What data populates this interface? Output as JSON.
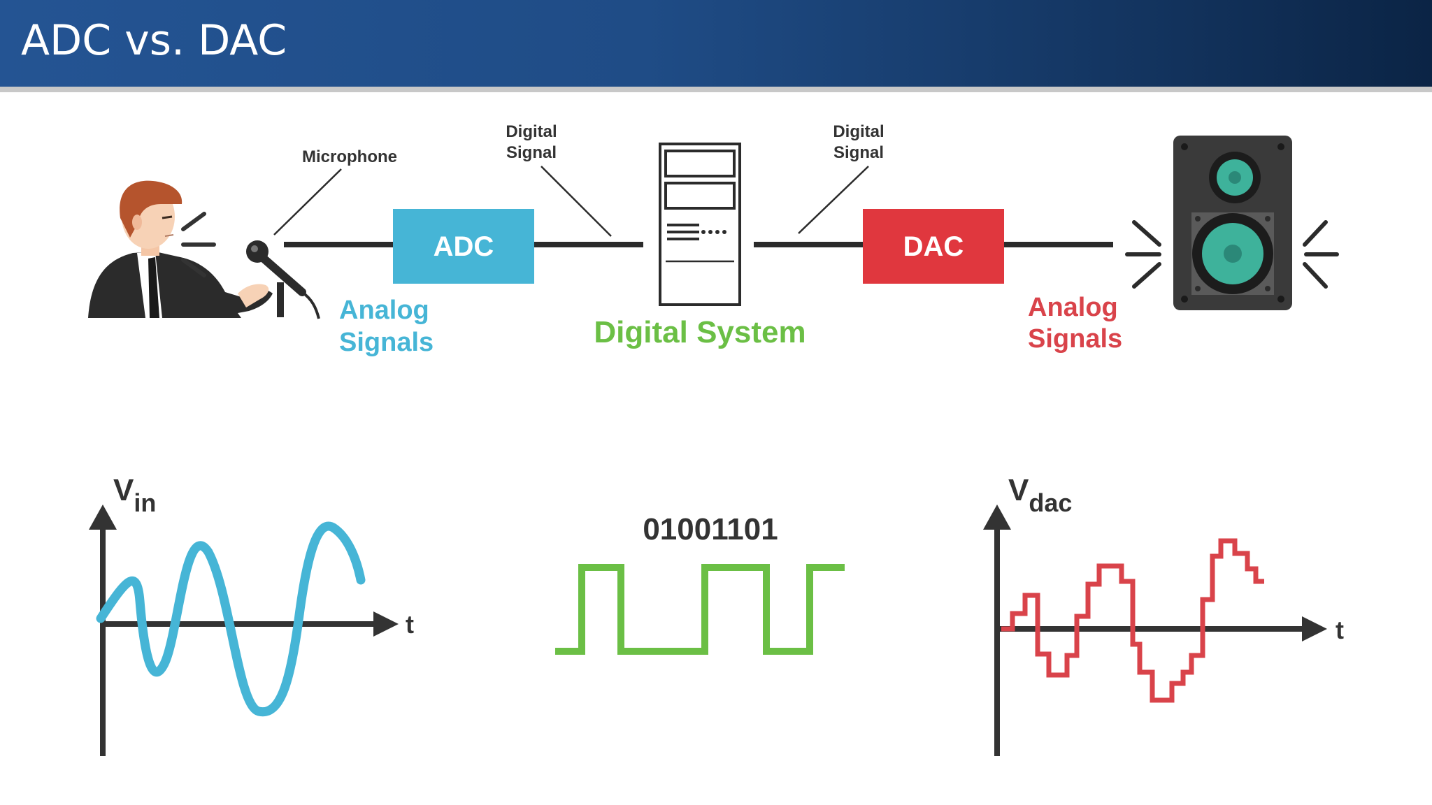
{
  "slide": {
    "title": "ADC vs. DAC"
  },
  "pipeline": {
    "microphone_label": "Microphone",
    "digital_signal_left": [
      "Digital",
      "Signal"
    ],
    "digital_signal_right": [
      "Digital",
      "Signal"
    ],
    "adc_label": "ADC",
    "dac_label": "DAC",
    "analog_left": [
      "Analog",
      "Signals"
    ],
    "digital_system": "Digital System",
    "analog_right": [
      "Analog",
      "Signals"
    ]
  },
  "graphs": {
    "vin_label": "V",
    "vin_subscript": "in",
    "vdac_label": "V",
    "vdac_subscript": "dac",
    "time_axis": "t",
    "binary_code": "01001101"
  },
  "icons": [
    "person-icon",
    "microphone-icon",
    "computer-tower-icon",
    "speaker-icon",
    "sound-waves-icon"
  ],
  "colors": {
    "header_start": "#245493",
    "header_end": "#0b2445",
    "adc_blue": "#46b5d6",
    "dac_red": "#e0373e",
    "digital_green": "#6bbf45",
    "wave_blue": "#46b5d6",
    "wave_red": "#d9434a",
    "axis_dark": "#333333"
  }
}
